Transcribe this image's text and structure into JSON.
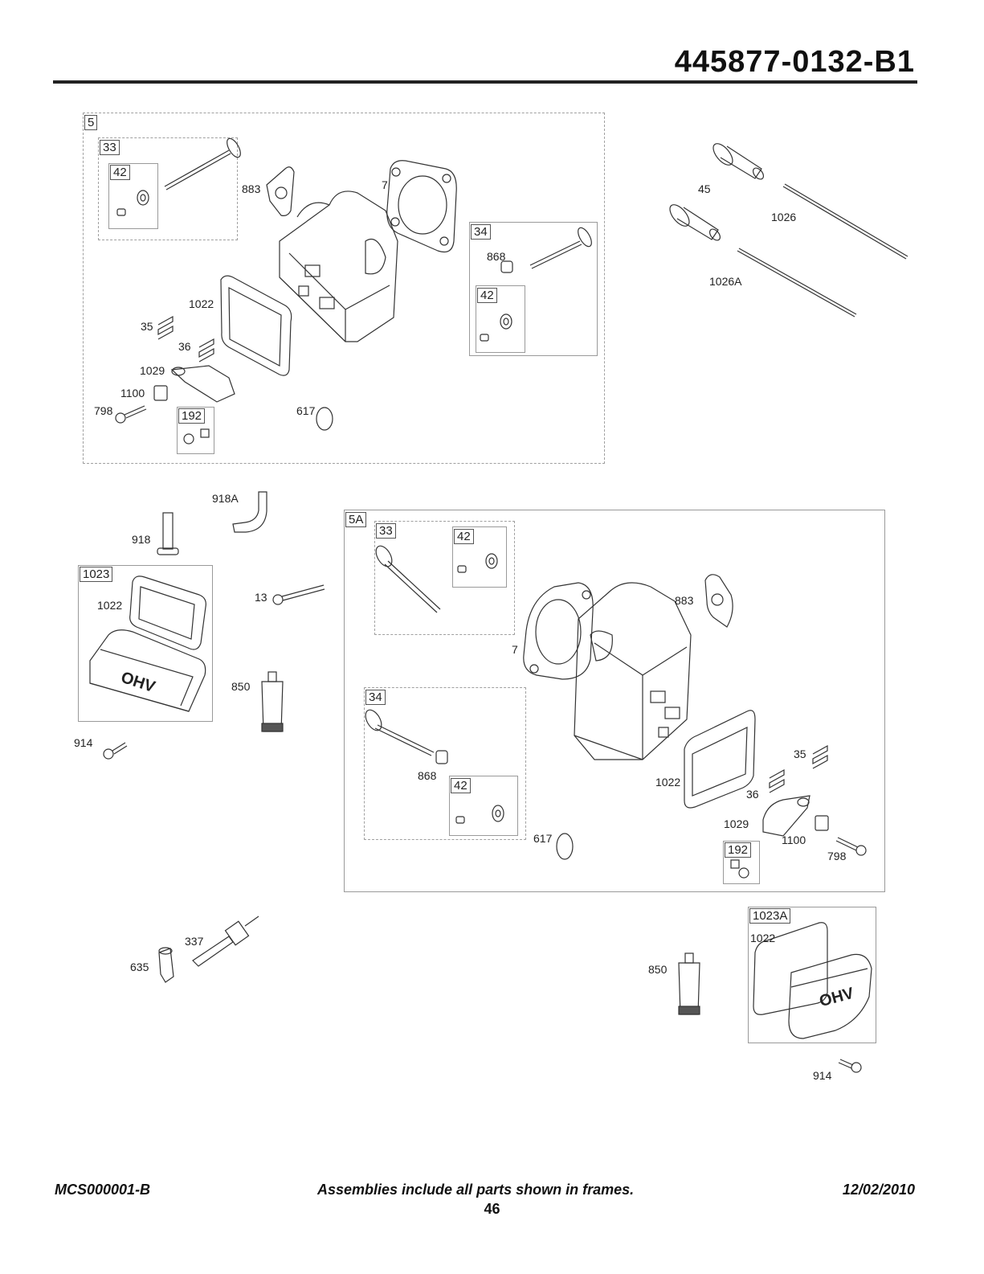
{
  "header": {
    "doc_number": "445877-0132-B1"
  },
  "footer": {
    "left": "MCS000001-B",
    "center": "Assemblies include all parts shown in frames.",
    "page": "46",
    "date": "12/02/2010"
  },
  "frames": {
    "f5": "5",
    "f33a": "33",
    "f42a": "42",
    "f34a": "34",
    "f42b": "42",
    "f192a": "192",
    "f1023": "1023",
    "f5a": "5A",
    "f33b": "33",
    "f42c": "42",
    "f34b": "34",
    "f42d": "42",
    "f192b": "192",
    "f1023a": "1023A"
  },
  "labels": {
    "l883a": "883",
    "l7a": "7",
    "l868a": "868",
    "l1022a": "1022",
    "l35a": "35",
    "l36a": "36",
    "l1029a": "1029",
    "l1100a": "1100",
    "l798a": "798",
    "l617a": "617",
    "l45": "45",
    "l1026": "1026",
    "l1026a": "1026A",
    "l918a": "918A",
    "l918": "918",
    "l1022b": "1022",
    "l13": "13",
    "l850a": "850",
    "l914a": "914",
    "l883b": "883",
    "l7b": "7",
    "l868b": "868",
    "l617b": "617",
    "l35b": "35",
    "l1022c": "1022",
    "l36b": "36",
    "l1029b": "1029",
    "l1100b": "1100",
    "l798b": "798",
    "l337": "337",
    "l635": "635",
    "l850b": "850",
    "l1022d": "1022",
    "l914b": "914"
  },
  "logos": {
    "ohv": "OHV"
  }
}
